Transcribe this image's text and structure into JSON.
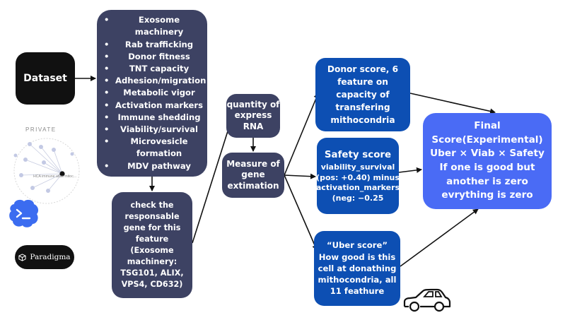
{
  "nodes": {
    "dataset": "Dataset",
    "features": [
      "Exosome machinery",
      "Rab trafficking",
      "Donor fitness",
      "TNT capacity",
      "Adhesion/migration",
      "Metabolic vigor",
      "Activation markers",
      "Immune shedding",
      "Viability/survival",
      "Microvesicle formation",
      "MDV pathway"
    ],
    "check_gene": "check the responsable gene for this feature (Exosome machinery: TSG101, ALIX, VPS4, CD632)",
    "quantity": "quantity of  express RNA",
    "measure": "Measure of gene extimation",
    "donor_score": "Donor score, 6 feature on capacity of transfering mithocondria",
    "safety_title": "Safety score",
    "safety_body": "viability_survival (pos: +0.40) minus activation_markers (neg: −0.25",
    "uber_score": "“Uber score” How good is this cell at donathing mithocondria, all 11 feathure",
    "final_score": "Final Score(Experimental) Uber × Viab × Safety If one is good but another is zero evrything is zero"
  },
  "side": {
    "private_label": "PRIVATE",
    "network_caption": "HCA immune atlas mitoc...",
    "paradigma_label": "Paradigma"
  },
  "colors": {
    "navy": "#3d4263",
    "blue": "#0d4fb3",
    "bright_blue": "#4a6bf5",
    "black": "#111111"
  },
  "icons": [
    "terminal-logo-icon",
    "paradigma-logo-icon",
    "car-icon",
    "network-graph-icon"
  ]
}
